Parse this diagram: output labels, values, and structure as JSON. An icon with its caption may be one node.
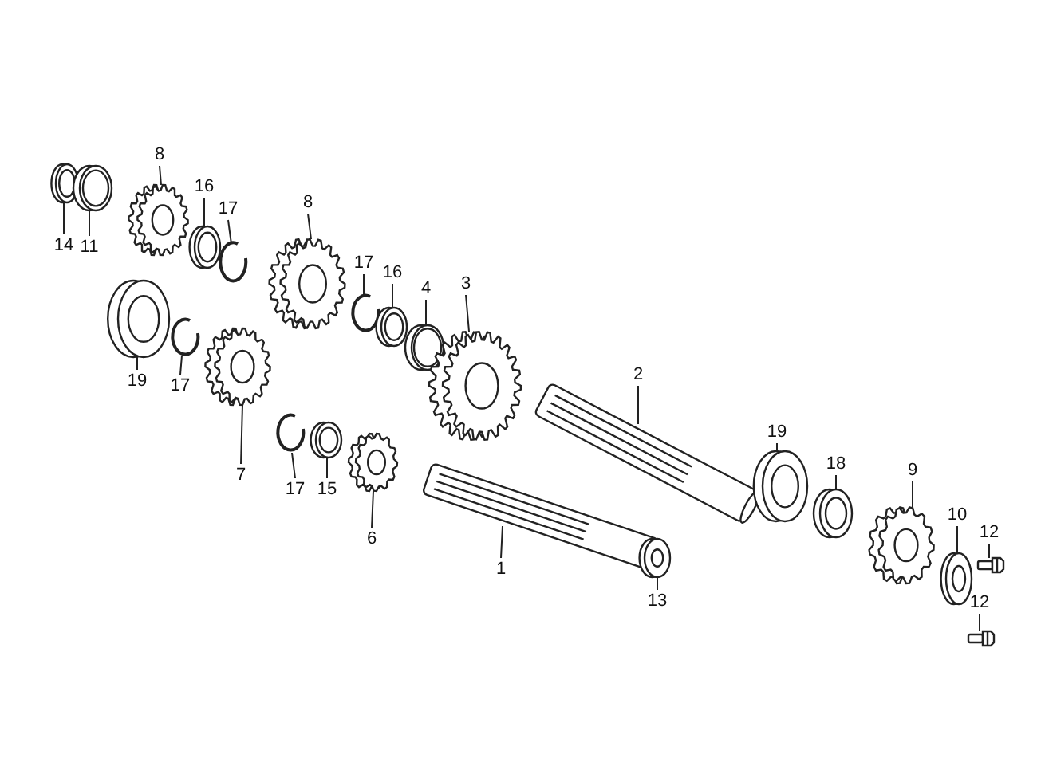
{
  "diagram": {
    "nodes": [
      {
        "text": [
          "14"
        ]
      },
      {
        "text": [
          "11"
        ]
      },
      {
        "text": [
          "8"
        ]
      },
      {
        "text": [
          "16"
        ]
      },
      {
        "text": [
          "17"
        ]
      },
      {
        "text": [
          "8"
        ]
      },
      {
        "text": [
          "17"
        ]
      },
      {
        "text": [
          "16"
        ]
      },
      {
        "text": [
          "4"
        ]
      },
      {
        "text": [
          "3"
        ]
      },
      {
        "text": [
          "2"
        ]
      },
      {
        "text": [
          "19"
        ]
      },
      {
        "text": [
          "17"
        ]
      },
      {
        "text": [
          "7"
        ]
      },
      {
        "text": [
          "17"
        ]
      },
      {
        "text": [
          "15"
        ]
      },
      {
        "text": [
          "6"
        ]
      },
      {
        "text": [
          "1"
        ]
      },
      {
        "text": [
          "13"
        ]
      },
      {
        "text": [
          "19"
        ]
      },
      {
        "text": [
          "18"
        ]
      },
      {
        "text": [
          "9"
        ]
      },
      {
        "text": [
          "10"
        ]
      },
      {
        "text": [
          "12"
        ]
      },
      {
        "text": [
          "12"
        ]
      },
      {
        "text": [],
        "shape": "picture"
      },
      {
        "text": [],
        "shape": "picture"
      },
      {
        "text": [],
        "shape": "picture"
      },
      {
        "text": [],
        "shape": "picture"
      },
      {
        "text": [],
        "shape": "picture"
      },
      {
        "text": [],
        "shape": "picture"
      },
      {
        "text": [],
        "shape": "picture"
      },
      {
        "text": [],
        "shape": "picture"
      },
      {
        "text": [],
        "shape": "picture"
      },
      {
        "text": [],
        "shape": "picture"
      },
      {
        "text": [],
        "shape": "picture"
      },
      {
        "text": [],
        "shape": "picture"
      },
      {
        "text": [],
        "shape": "picture"
      },
      {
        "text": [],
        "shape": "picture"
      },
      {
        "text": [],
        "shape": "picture"
      },
      {
        "text": [],
        "shape": "picture"
      },
      {
        "text": [],
        "shape": "picture"
      },
      {
        "text": [],
        "shape": "picture"
      },
      {
        "text": [],
        "shape": "picture"
      },
      {
        "text": [],
        "shape": "picture"
      },
      {
        "text": [],
        "shape": "picture"
      },
      {
        "text": [],
        "shape": "picture"
      },
      {
        "text": [],
        "shape": "picture"
      },
      {
        "text": [],
        "shape": "picture"
      },
      {
        "text": [],
        "shape": "picture"
      }
    ],
    "edges": [
      {
        "from": 0,
        "to": 25,
        "arrow": "none"
      },
      {
        "from": 1,
        "to": 26,
        "arrow": "none"
      },
      {
        "from": 2,
        "to": 27,
        "arrow": "none"
      },
      {
        "from": 3,
        "to": 28,
        "arrow": "none"
      },
      {
        "from": 4,
        "to": 29,
        "arrow": "none"
      },
      {
        "from": 5,
        "to": 30,
        "arrow": "none"
      },
      {
        "from": 6,
        "to": 31,
        "arrow": "none"
      },
      {
        "from": 7,
        "to": 32,
        "arrow": "none"
      },
      {
        "from": 8,
        "to": 33,
        "arrow": "none"
      },
      {
        "from": 9,
        "to": 34,
        "arrow": "none"
      },
      {
        "from": 10,
        "to": 35,
        "arrow": "none"
      },
      {
        "from": 11,
        "to": 36,
        "arrow": "none"
      },
      {
        "from": 12,
        "to": 37,
        "arrow": "none"
      },
      {
        "from": 13,
        "to": 38,
        "arrow": "none"
      },
      {
        "from": 14,
        "to": 39,
        "arrow": "none"
      },
      {
        "from": 15,
        "to": 40,
        "arrow": "none"
      },
      {
        "from": 16,
        "to": 41,
        "arrow": "none"
      },
      {
        "from": 17,
        "to": 42,
        "arrow": "none"
      },
      {
        "from": 18,
        "to": 43,
        "arrow": "none"
      },
      {
        "from": 19,
        "to": 44,
        "arrow": "none"
      },
      {
        "from": 20,
        "to": 45,
        "arrow": "none"
      },
      {
        "from": 21,
        "to": 46,
        "arrow": "none"
      },
      {
        "from": 22,
        "to": 47,
        "arrow": "none"
      },
      {
        "from": 23,
        "to": 48,
        "arrow": "none"
      },
      {
        "from": 24,
        "to": 49,
        "arrow": "none"
      }
    ]
  }
}
